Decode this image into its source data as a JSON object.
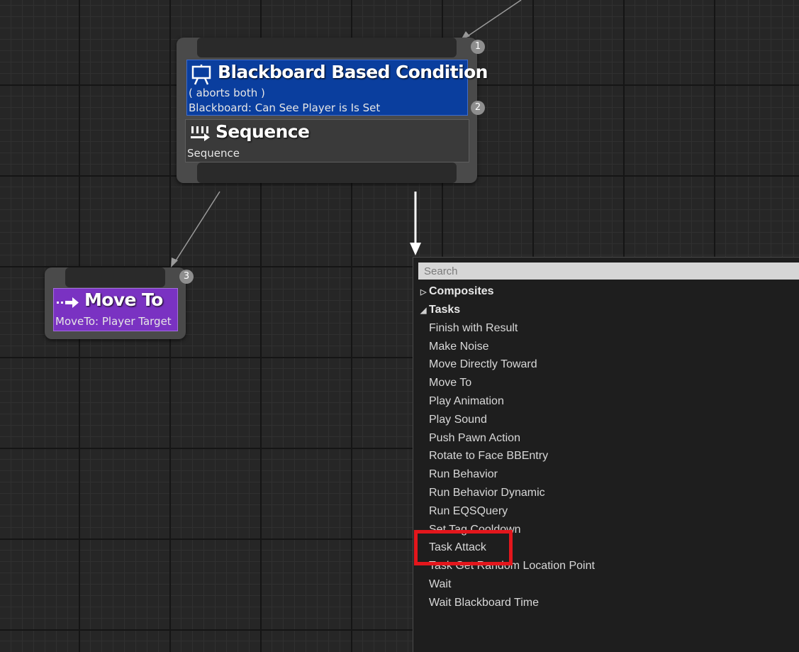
{
  "nodes": {
    "blackboard": {
      "badge_top": "1",
      "badge_bottom": "2",
      "decorator_title": "Blackboard Based Condition",
      "decorator_line1": "( aborts both )",
      "decorator_line2": "Blackboard: Can See Player is Is Set",
      "composite_title": "Sequence",
      "composite_subtitle": "Sequence"
    },
    "move_to": {
      "badge": "3",
      "title": "Move To",
      "subtitle": "MoveTo: Player Target"
    }
  },
  "menu": {
    "search_placeholder": "Search",
    "categories": {
      "composites": "Composites",
      "tasks": "Tasks"
    },
    "task_items": [
      "Finish with Result",
      "Make Noise",
      "Move Directly Toward",
      "Move To",
      "Play Animation",
      "Play Sound",
      "Push Pawn Action",
      "Rotate to Face BBEntry",
      "Run Behavior",
      "Run Behavior Dynamic",
      "Run EQSQuery",
      "Set Tag Cooldown",
      "Task Attack",
      "Task Get Random Location Point",
      "Wait",
      "Wait Blackboard Time"
    ]
  },
  "colors": {
    "decorator_blue": "#0a3e9e",
    "move_to_purple": "#7a32c2",
    "highlight_red": "#e3161c"
  },
  "icons": {
    "decorator": "blackboard-icon",
    "sequence": "sequence-icon",
    "move_to": "move-arrow-icon",
    "collapsed": "triangle-right-icon",
    "expanded": "triangle-down-icon"
  }
}
